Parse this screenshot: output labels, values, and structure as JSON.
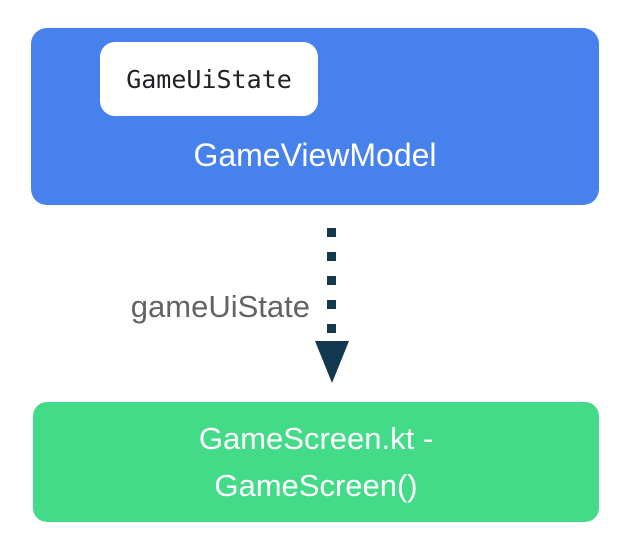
{
  "diagram": {
    "viewmodel_box": {
      "label": "GameViewModel",
      "color": "#4681EC",
      "text_color": "#FFFFFF",
      "state_chip": {
        "label": "GameUiState",
        "color": "#FFFFFF",
        "text_color": "#202124"
      }
    },
    "flow_arrow": {
      "label": "gameUiState",
      "label_color": "#636363",
      "color": "#123950",
      "style": "dotted",
      "direction": "down",
      "icon": "arrow-down"
    },
    "screen_box": {
      "label": "GameScreen.kt - GameScreen()",
      "label_lines": [
        "GameScreen.kt -",
        "GameScreen()"
      ],
      "color": "#43DB88",
      "text_color": "#FFFFFF"
    }
  }
}
